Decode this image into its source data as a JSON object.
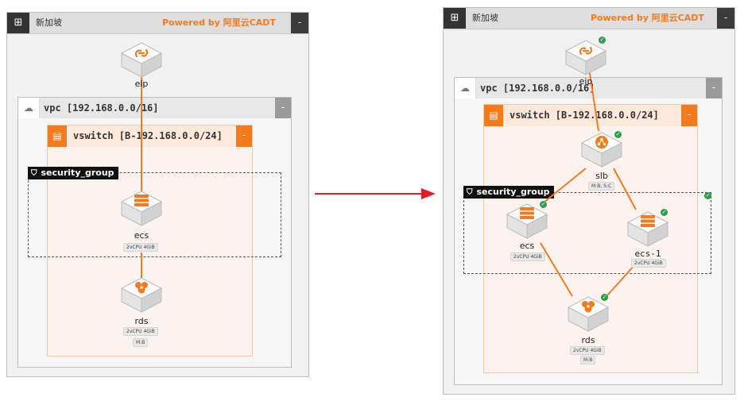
{
  "left_diagram": {
    "region": {
      "title": "新加坡",
      "powered_by": "Powered by 阿里云CADT",
      "collapse": "-"
    },
    "vpc": {
      "title": "vpc [192.168.0.0/16]",
      "collapse": "-"
    },
    "vswitch": {
      "title": "vswitch [B-192.168.0.0/24]",
      "collapse": "-"
    },
    "security_group": {
      "title": "security_group"
    },
    "nodes": {
      "eip": {
        "label": "eip"
      },
      "ecs": {
        "label": "ecs",
        "tags": [
          "2vCPU  4GiB"
        ]
      },
      "rds": {
        "label": "rds",
        "tags": [
          "2vCPU  4GiB",
          "M:B"
        ]
      }
    }
  },
  "right_diagram": {
    "region": {
      "title": "新加坡",
      "powered_by": "Powered by 阿里云CADT",
      "collapse": "-"
    },
    "vpc": {
      "title": "vpc [192.168.0.0/16]",
      "collapse": "-"
    },
    "vswitch": {
      "title": "vswitch [B-192.168.0.0/24]",
      "collapse": "-"
    },
    "security_group": {
      "title": "security_group"
    },
    "nodes": {
      "eip": {
        "label": "eip"
      },
      "slb": {
        "label": "slb",
        "tags": [
          "M:B, S:C"
        ]
      },
      "ecs": {
        "label": "ecs",
        "tags": [
          "2vCPU  4GiB"
        ]
      },
      "ecs1": {
        "label": "ecs-1",
        "tags": [
          "2vCPU  4GiB"
        ]
      },
      "rds": {
        "label": "rds",
        "tags": [
          "2vCPU  4GiB",
          "M:B"
        ]
      }
    }
  },
  "colors": {
    "accent": "#f37b1d",
    "arrow": "#e02020",
    "status_ok": "#2e9e4f",
    "dark": "#333333"
  },
  "icons": {
    "region": "grid-icon",
    "vpc": "cloud-icon",
    "vswitch": "server-rack-icon",
    "security_group": "shield-icon",
    "status": "check-circle-icon"
  }
}
